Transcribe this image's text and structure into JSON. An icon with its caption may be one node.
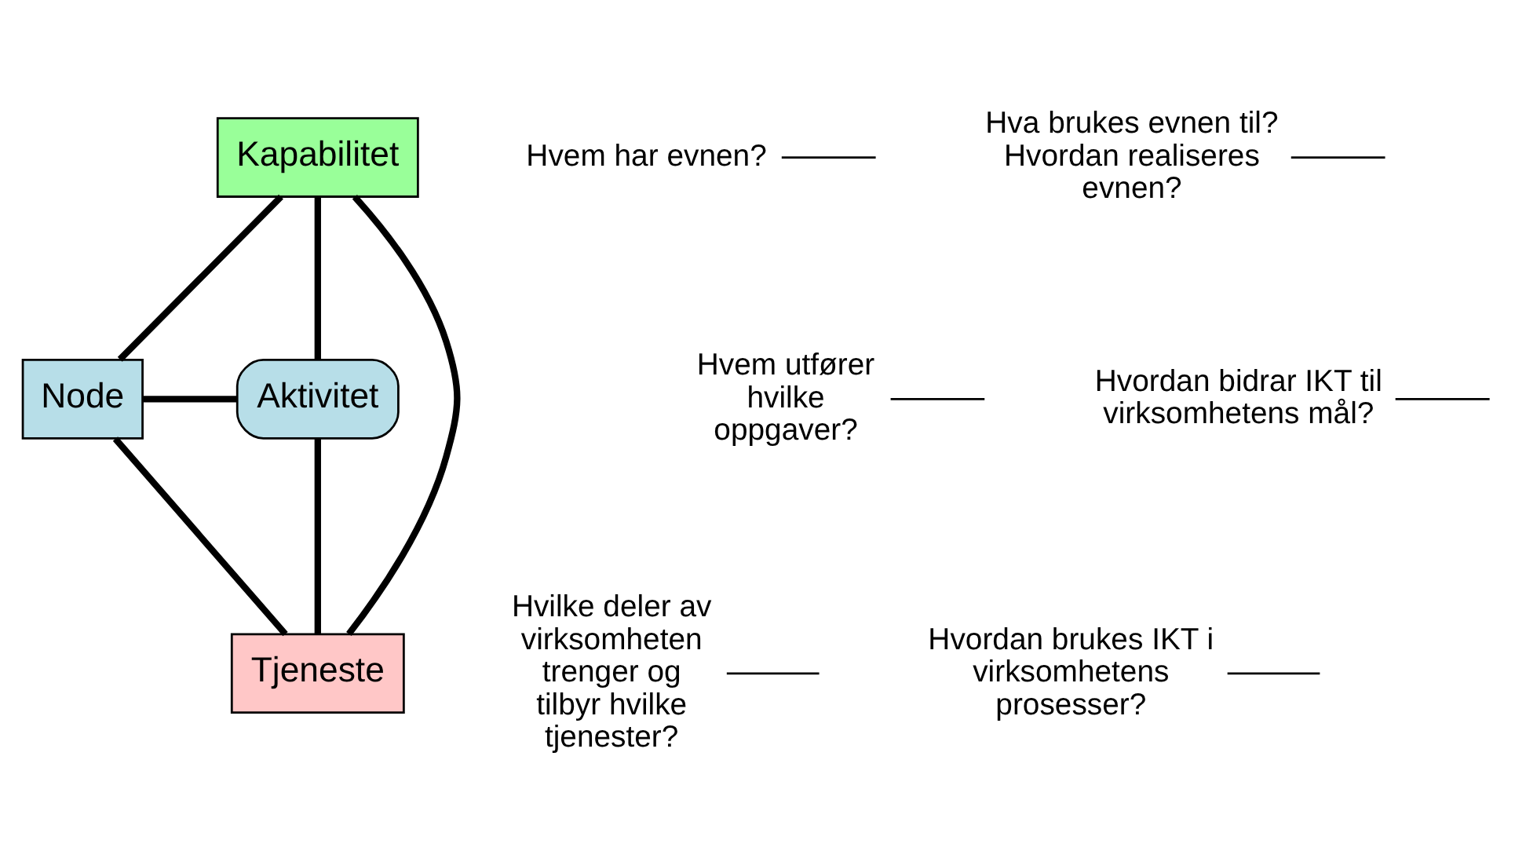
{
  "diagram": {
    "nodes": [
      {
        "text": [
          "Kapabilitet"
        ]
      },
      {
        "text": [
          "Node"
        ]
      },
      {
        "text": [
          "Aktivitet"
        ]
      },
      {
        "text": [
          "Tjeneste"
        ]
      },
      {
        "text": [
          "Hvem har evnen?"
        ]
      },
      {
        "text": [
          "Hva brukes evnen til? Hvordan realiseres evnen?"
        ]
      },
      {
        "text": [
          "Hvem utfører hvilke oppgaver?"
        ]
      },
      {
        "text": [
          "Hvordan bidrar IKT til virksomhetens mål?"
        ]
      },
      {
        "text": [
          "Hvilke deler av virksomheten trenger og tilbyr hvilke tjenester?"
        ]
      },
      {
        "text": [
          "Hvordan brukes IKT i virksomhetens prosesser?"
        ]
      }
    ],
    "edges": [
      {
        "from": 0,
        "to": 1,
        "arrow": "none",
        "style": "thick"
      },
      {
        "from": 0,
        "to": 2,
        "arrow": "none",
        "style": "thick"
      },
      {
        "from": 1,
        "to": 3,
        "arrow": "none",
        "style": "thick"
      },
      {
        "from": 2,
        "to": 3,
        "arrow": "none",
        "style": "thick"
      },
      {
        "from": 0,
        "to": 3,
        "arrow": "none",
        "style": "thick"
      },
      {
        "from": 1,
        "to": 2,
        "arrow": "none",
        "style": "thick"
      },
      {
        "from": 4,
        "to": null,
        "arrow": "none"
      },
      {
        "from": 5,
        "to": null,
        "arrow": "none"
      },
      {
        "from": 6,
        "to": null,
        "arrow": "none"
      },
      {
        "from": 7,
        "to": null,
        "arrow": "none"
      },
      {
        "from": 8,
        "to": null,
        "arrow": "none"
      },
      {
        "from": 9,
        "to": null,
        "arrow": "none"
      }
    ]
  }
}
